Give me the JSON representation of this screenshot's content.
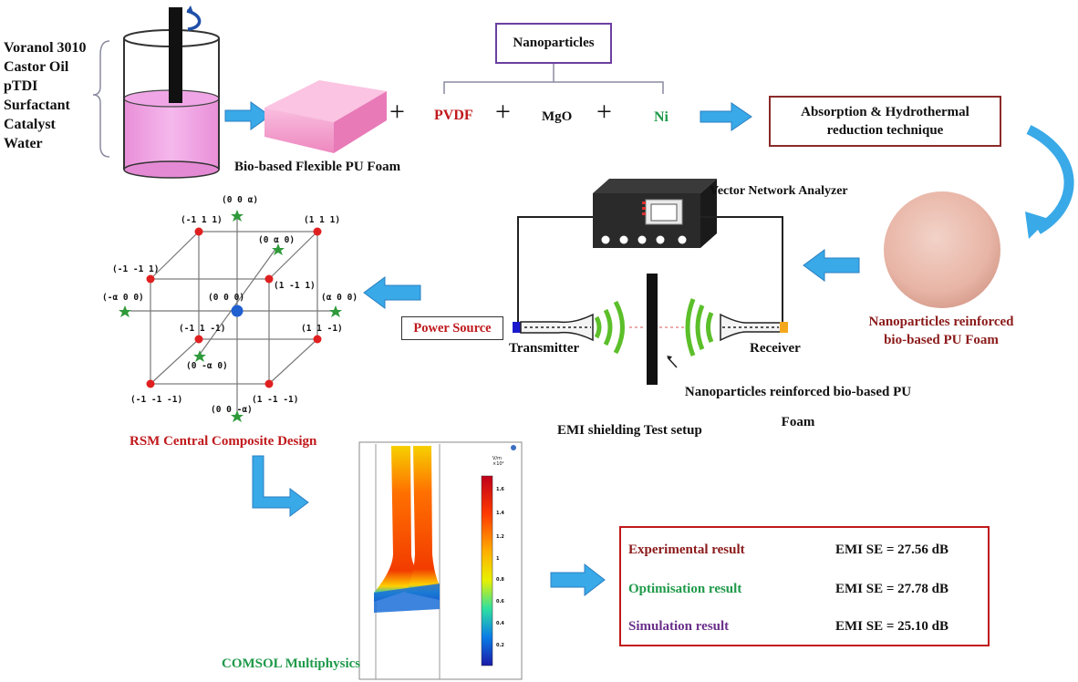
{
  "ingredients": [
    "Voranol 3010",
    "Castor Oil",
    "pTDI",
    "Surfactant",
    "Catalyst",
    "Water"
  ],
  "foam_label": "Bio-based Flexible PU Foam",
  "nanoparticles_title": "Nanoparticles",
  "particles": {
    "pvdf": "PVDF",
    "mgo": "MgO",
    "ni": "Ni"
  },
  "plus_sign": "+",
  "process_box": "Absorption & Hydrothermal reduction technique",
  "reinforced_label": "Nanoparticles reinforced bio-based PU Foam",
  "vna_label": "Vector Network Analyzer",
  "power_source": "Power Source",
  "transmitter": "Transmitter",
  "receiver": "Receiver",
  "sample_label": "Nanoparticles reinforced bio-based PU Foam",
  "setup_label": "EMI shielding Test setup",
  "rsm_label": "RSM Central Composite Design",
  "comsol_label": "COMSOL Multiphysics",
  "colorbar": {
    "unit": "V/m ×10⁴",
    "ticks": [
      "1.6",
      "1.4",
      "1.2",
      "1",
      "0.8",
      "0.6",
      "0.4",
      "0.2"
    ]
  },
  "cube_labels": {
    "top_axial": "(0 0 α)",
    "bottom_axial": "(0 0 -α)",
    "left_axial": "(-α 0 0)",
    "right_axial": "(α 0 0)",
    "front_axial": "(0 α 0)",
    "back_axial": "(0 -α 0)",
    "center": "(0 0 0)",
    "c1": "(-1 1 1)",
    "c2": "(1 1 1)",
    "c3": "(-1 -1 1)",
    "c4": "(1 -1 1)",
    "c5": "(-1 1 -1)",
    "c6": "(1 1 -1)",
    "c7": "(-1 -1 -1)",
    "c8": "(1 -1 -1)"
  },
  "results": [
    {
      "label": "Experimental result",
      "value": "EMI SE = 27.56 dB",
      "color": "#8b1a1a"
    },
    {
      "label": "Optimisation result",
      "value": "EMI SE = 27.78 dB",
      "color": "#1f9a4a"
    },
    {
      "label": "Simulation result",
      "value": "EMI SE = 25.10 dB",
      "color": "#6b2f8a"
    }
  ],
  "colors": {
    "arrow": "#39a9e8",
    "foam": "#f6a6d0",
    "box_border": "#8b2a2a",
    "np_box_border": "#6b3fa0"
  }
}
